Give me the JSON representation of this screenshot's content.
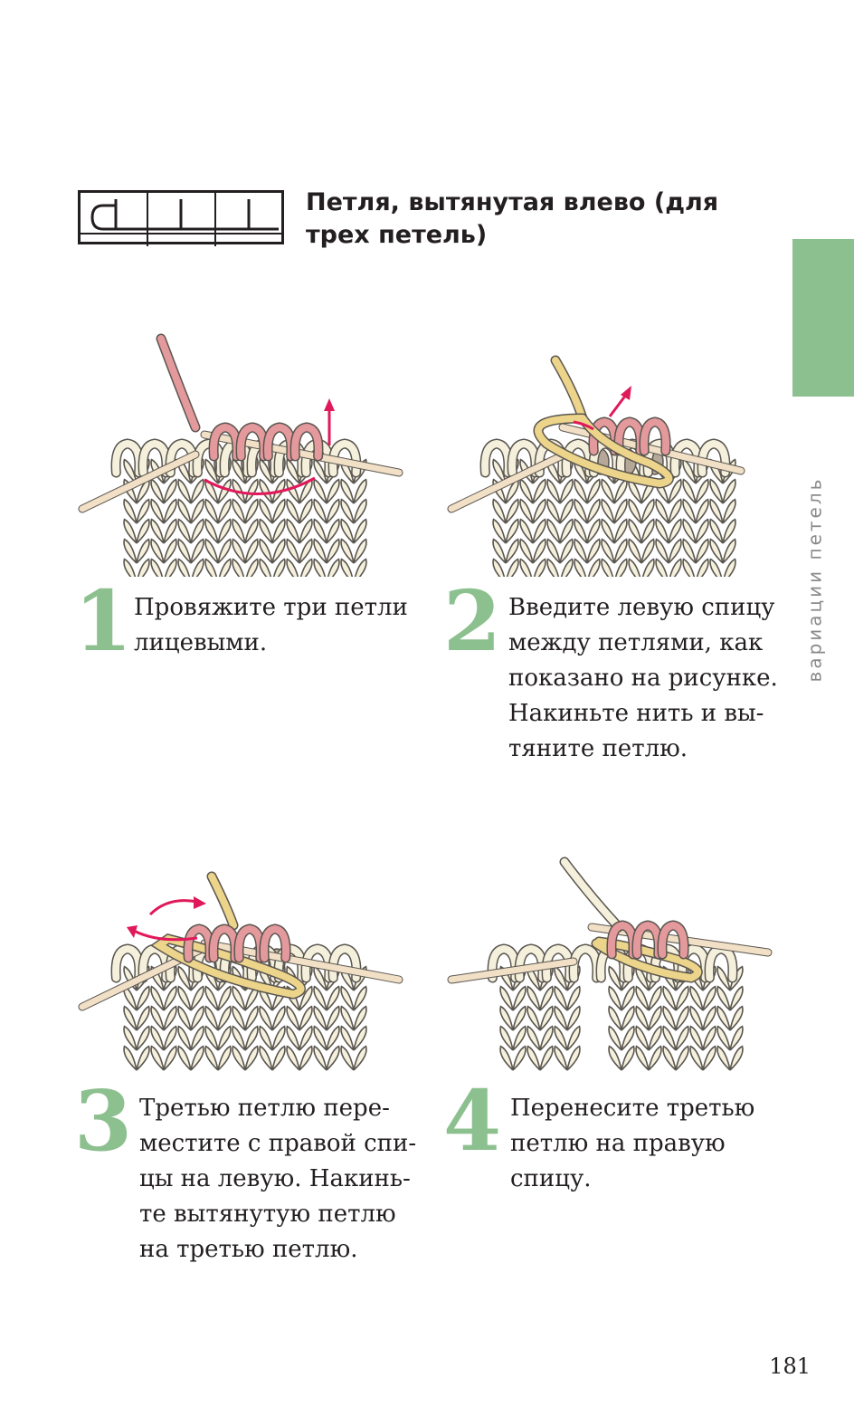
{
  "title_lines": [
    "Петля, вытянутая влево (для",
    "трех петель)"
  ],
  "side_label": "вариации петель",
  "page_number": "181",
  "colors": {
    "accent_green": "#8cc08f",
    "knit_cream": "#f5f0dc",
    "knit_outline": "#5a5650",
    "yarn_pink": "#e4999c",
    "yarn_yellow": "#ecd48a",
    "yarn_taupe": "#b5a898",
    "needle": "#f1dfc6",
    "arrow_magenta": "#e0195a"
  },
  "steps": [
    {
      "number": "1",
      "lines": [
        "Провяжите три петли",
        "лицевыми."
      ]
    },
    {
      "number": "2",
      "lines": [
        "Введите левую спицу",
        "между петлями, как",
        "показано на рисунке.",
        "Накиньте нить и вы-",
        "тяните петлю."
      ]
    },
    {
      "number": "3",
      "lines": [
        "Третью петлю пере-",
        "местите с правой спи-",
        "цы на левую. Накинь-",
        "те вытянутую петлю",
        "на третью петлю."
      ]
    },
    {
      "number": "4",
      "lines": [
        "Перенесите третью",
        "петлю на правую",
        "спицу."
      ]
    }
  ]
}
